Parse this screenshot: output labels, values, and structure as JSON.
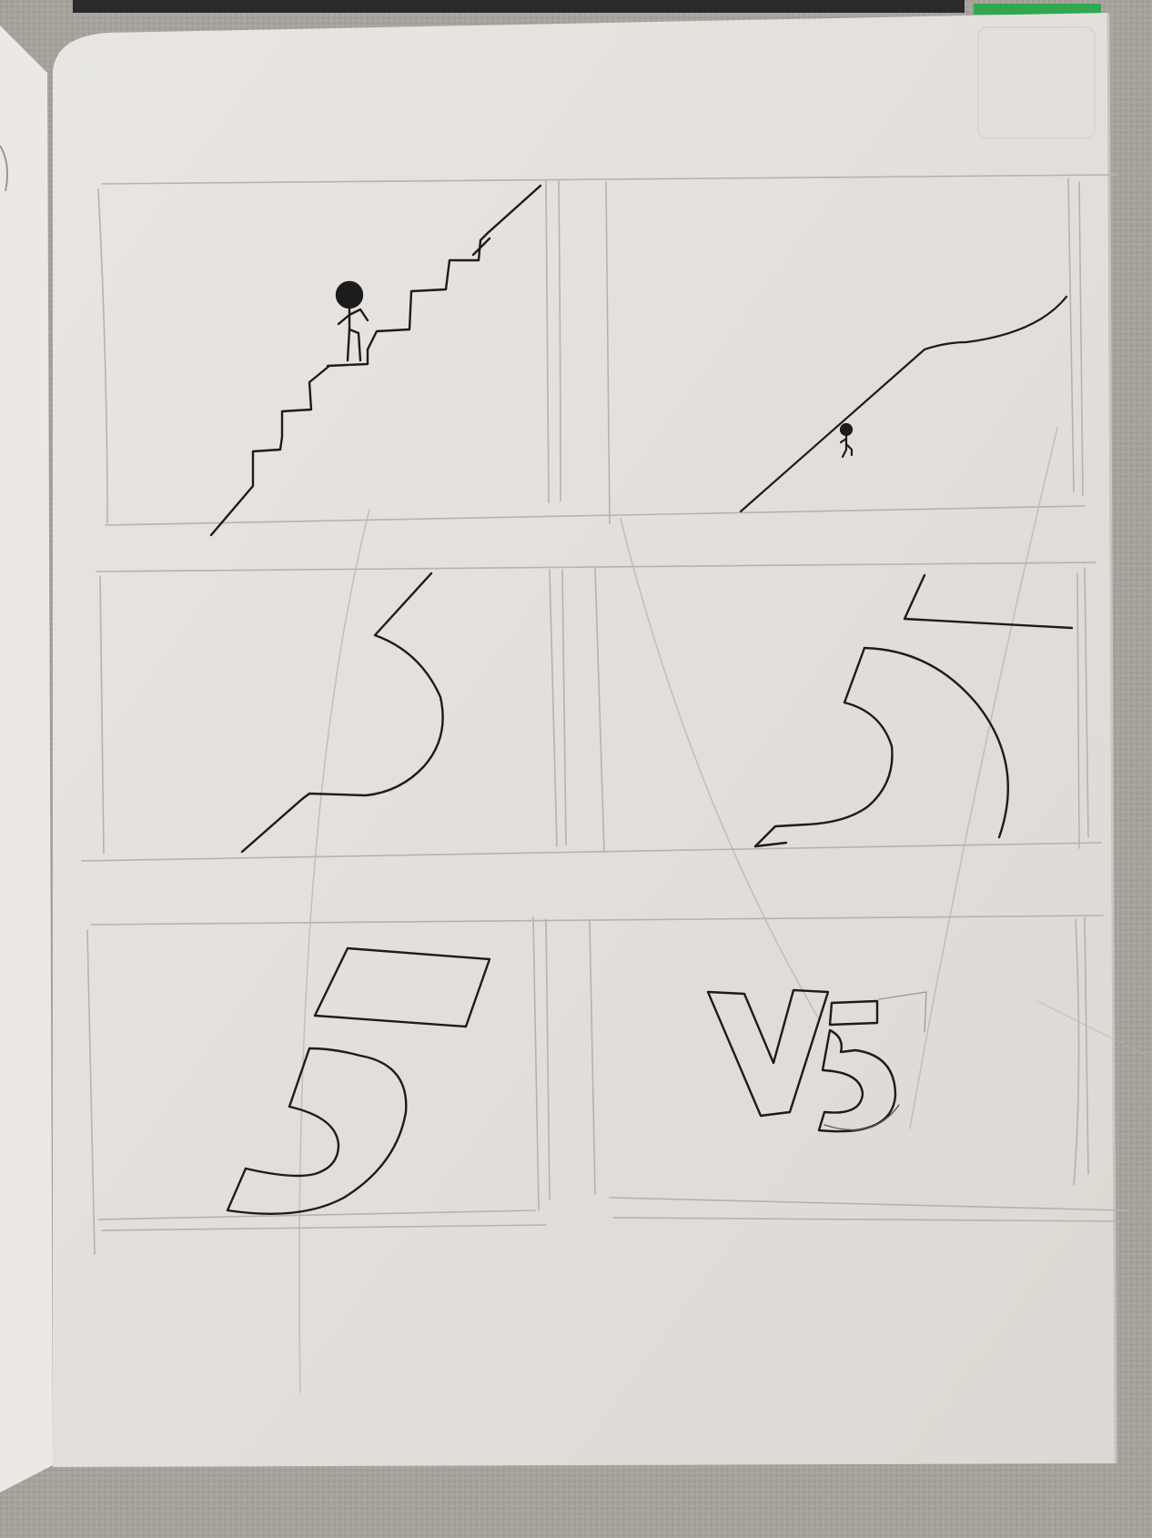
{
  "scene": {
    "subject": "sketchbook-page",
    "colors": {
      "carpet": "#a7a29c",
      "page": "#e6e3df",
      "page_shadow": "#cfcbc6",
      "left_page": "#ece9e5",
      "cover_green": "#2fa84f",
      "cover_dark": "#2a2a2a",
      "pencil_light": "#b6b2ad",
      "pencil_dark": "#1c1c1c"
    }
  },
  "panels": [
    {
      "id": 1,
      "content": "stick-figure-on-stairs"
    },
    {
      "id": 2,
      "content": "small-figure-on-slope"
    },
    {
      "id": 3,
      "content": "partial-five-curve"
    },
    {
      "id": 4,
      "content": "five-curve-with-top-bar"
    },
    {
      "id": 5,
      "content": "block-five"
    },
    {
      "id": 6,
      "content": "v5-logo"
    }
  ],
  "logo": {
    "text": "V5"
  }
}
